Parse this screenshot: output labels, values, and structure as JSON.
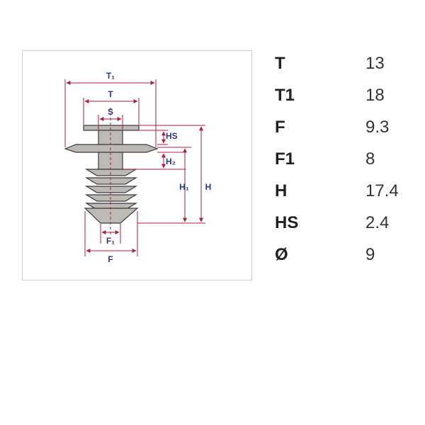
{
  "diagram": {
    "labels": {
      "t1": "T₁",
      "t": "T",
      "s": "S",
      "hs": "HS",
      "h2": "H₂",
      "h1": "H₁",
      "h": "H",
      "f1": "F₁",
      "f": "F"
    },
    "colors": {
      "dimension_line": "#b01e3c",
      "dimension_text": "#2a3a8a",
      "part_fill": "#bdb9b4",
      "part_outline": "#3a3a3a"
    }
  },
  "specs": [
    {
      "label": "T",
      "value": "13"
    },
    {
      "label": "T1",
      "value": "18"
    },
    {
      "label": "F",
      "value": "9.3"
    },
    {
      "label": "F1",
      "value": "8"
    },
    {
      "label": "H",
      "value": "17.4"
    },
    {
      "label": "HS",
      "value": "2.4"
    },
    {
      "label": "Ø",
      "value": "9"
    }
  ]
}
